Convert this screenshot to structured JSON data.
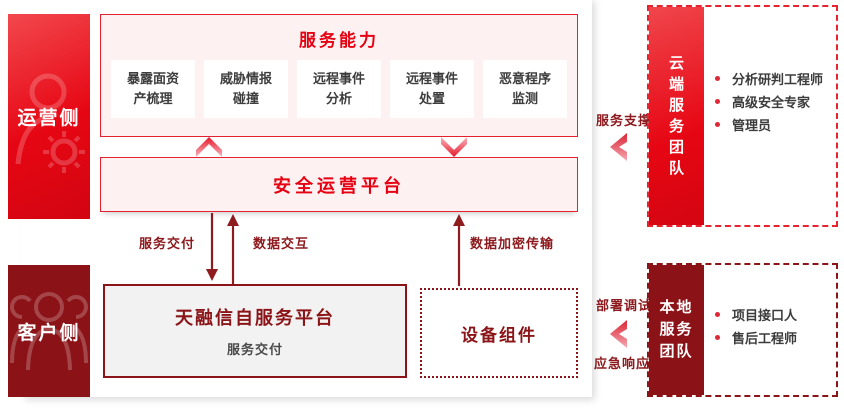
{
  "palette": {
    "brand_red": "#e60012",
    "maroon": "#8b1418",
    "pink_fill": "#fdf2f1",
    "arrow_red": "#8e1b1e",
    "text_dark": "#3d3d3d"
  },
  "left_rail": {
    "operations_label": "运营侧",
    "customers_label": "客户侧"
  },
  "capabilities": {
    "title": "服务能力",
    "items": [
      {
        "line1": "暴露面资",
        "line2": "产梳理"
      },
      {
        "line1": "威胁情报",
        "line2": "碰撞"
      },
      {
        "line1": "远程事件",
        "line2": "分析"
      },
      {
        "line1": "远程事件",
        "line2": "处置"
      },
      {
        "line1": "恶意程序",
        "line2": "监测"
      }
    ]
  },
  "platform": {
    "label": "安全运营平台"
  },
  "flows": {
    "service_delivery": "服务交付",
    "data_exchange": "数据交互",
    "encrypted_transfer": "数据加密传输"
  },
  "self_service": {
    "title": "天融信自服务平台",
    "subtitle": "服务交付"
  },
  "device": {
    "label": "设备组件"
  },
  "cloud_team": {
    "title": "云端服务团队",
    "link_label": "服务支撑",
    "members": [
      "分析研判工程师",
      "高级安全专家",
      "管理员"
    ]
  },
  "local_team": {
    "title": "本地服务团队",
    "link_label_top": "部署调试",
    "link_label_bottom": "应急响应",
    "members": [
      "项目接口人",
      "售后工程师"
    ]
  }
}
